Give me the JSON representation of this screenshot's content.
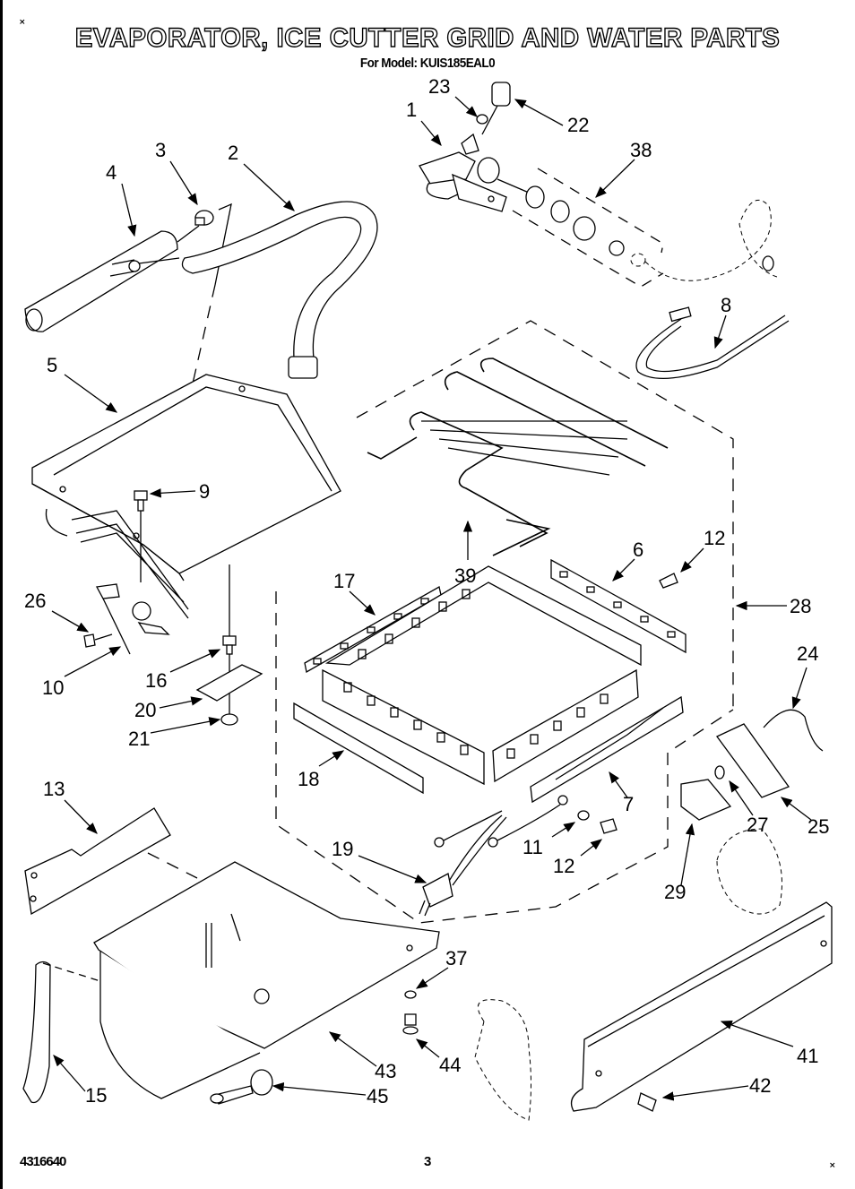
{
  "document": {
    "title": "EVAPORATOR, ICE CUTTER GRID AND WATER PARTS",
    "subtitle": "For Model: KUIS185EAL0",
    "part_number": "4316640",
    "page_number": "3",
    "corner_marks": [
      "×",
      "×"
    ]
  },
  "callouts": {
    "c1": "1",
    "c2": "2",
    "c3": "3",
    "c4": "4",
    "c5": "5",
    "c6": "6",
    "c7": "7",
    "c8": "8",
    "c9": "9",
    "c10": "10",
    "c11": "11",
    "c12a": "12",
    "c12b": "12",
    "c13": "13",
    "c15": "15",
    "c16": "16",
    "c17": "17",
    "c18": "18",
    "c19": "19",
    "c20": "20",
    "c21": "21",
    "c22": "22",
    "c23": "23",
    "c24": "24",
    "c25": "25",
    "c26": "26",
    "c27": "27",
    "c28": "28",
    "c29": "29",
    "c37": "37",
    "c38": "38",
    "c39": "39",
    "c41": "41",
    "c42": "42",
    "c43": "43",
    "c44": "44",
    "c45": "45"
  }
}
